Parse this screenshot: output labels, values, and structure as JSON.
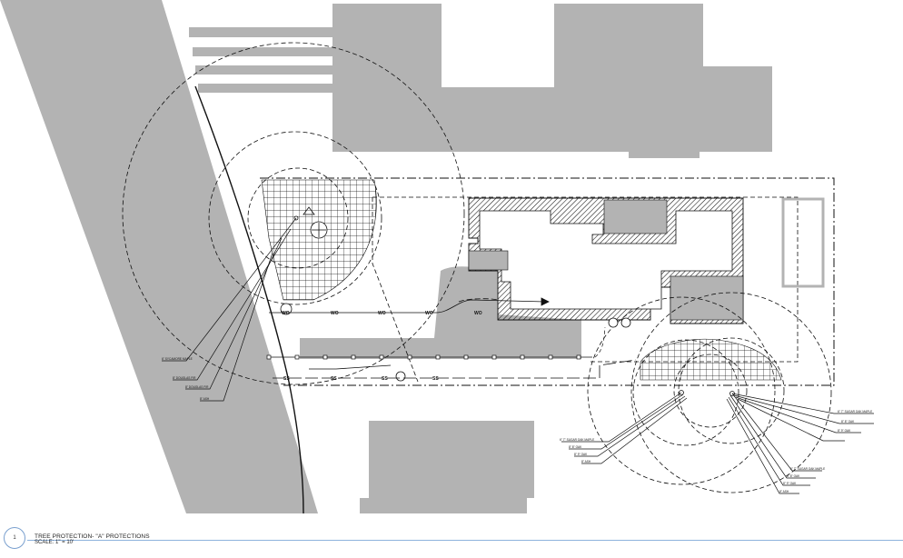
{
  "title_block": {
    "detail_number": "1",
    "title": "TREE PROTECTION- \"A\" PROTECTIONS",
    "scale": "SCALE: 1\" = 10'"
  },
  "utility_labels": {
    "water": "WO",
    "sewer": "SS"
  },
  "tree_callouts": {
    "west": [
      "6\" SYCAMORE MAPLE",
      "8\" DOUGLAS FIR",
      "8\" DOUGLAS FIR",
      "8\" ASH"
    ],
    "southeast_left": [
      "6\" 7\" SUGAR OAK MAPLE",
      "8\" 8\" OAK",
      "8\" 9\" OAK",
      "8\" ASH"
    ],
    "southeast_right": [
      "6\" 7\" SUGAR OAK MAPLE",
      "8\" 8\" OAK",
      "8\" 9\" OAK"
    ],
    "southeast_lower": [
      "6\" 7\" SUGAR OAK MAPLE",
      "8\" 8\" OAK",
      "8\" 9\" OAK",
      "8\" ASH"
    ]
  },
  "colors": {
    "building_fill": "#b3b3b3",
    "line": "#111111",
    "title_rule": "#8eb2dc"
  }
}
